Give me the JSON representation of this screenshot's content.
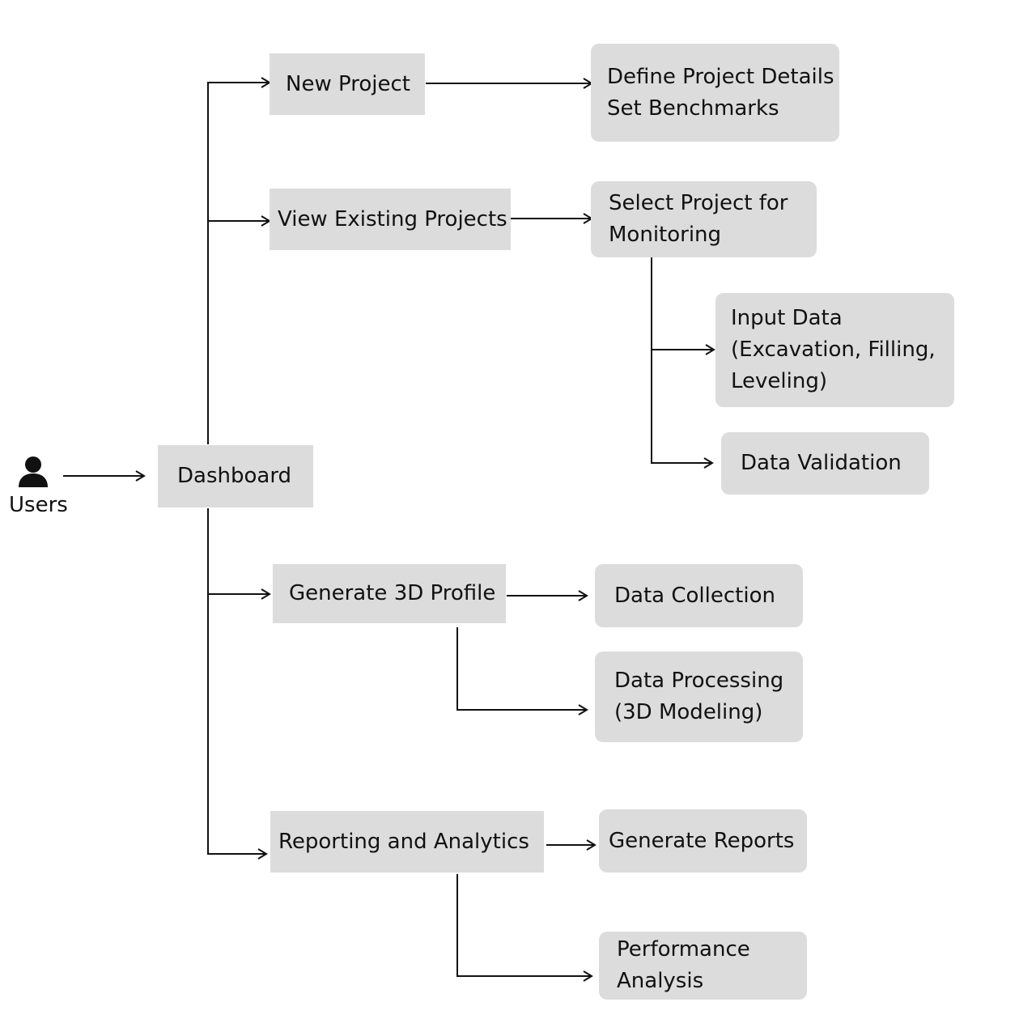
{
  "user": {
    "label": "Users",
    "icon": "user-icon"
  },
  "dashboard": {
    "label": "Dashboard"
  },
  "level1": [
    {
      "label": "New Project"
    },
    {
      "label": "View Existing Projects"
    },
    {
      "label": "Generate 3D Profile"
    },
    {
      "label": "Reporting and Analytics"
    }
  ],
  "new_project": {
    "lines": [
      "Define Project Details",
      "Set Benchmarks"
    ]
  },
  "view_projects": {
    "select": {
      "lines": [
        "Select Project for",
        "Monitoring"
      ]
    },
    "input_data": {
      "lines": [
        "Input Data",
        "(Excavation, Filling,",
        "Leveling)"
      ]
    },
    "validation": {
      "label": "Data Validation"
    }
  },
  "profile_3d": {
    "collection": {
      "label": "Data Collection"
    },
    "processing": {
      "lines": [
        "Data Processing",
        "(3D Modeling)"
      ]
    }
  },
  "reporting": {
    "reports": {
      "label": "Generate Reports"
    },
    "performance": {
      "lines": [
        "Performance",
        "Analysis"
      ]
    }
  },
  "colors": {
    "box_fill": "#dcdcdc",
    "line": "#111111",
    "background": "#ffffff"
  }
}
